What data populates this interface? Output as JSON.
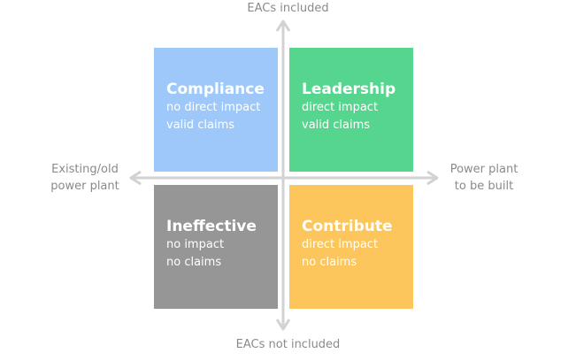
{
  "colors": {
    "compliance": "#9dc8f9",
    "leadership": "#56d58e",
    "ineffective": "#969696",
    "contribute": "#fcc65d",
    "axis": "#d2d2d2",
    "label": "#8a8a8a"
  },
  "axes": {
    "top": "EACs included",
    "bottom": "EACs not included",
    "left": [
      "Existing/old",
      "power plant"
    ],
    "right": [
      "Power plant",
      "to be built"
    ]
  },
  "quadrants": {
    "compliance": {
      "title": "Compliance",
      "lines": [
        "no direct impact",
        "valid claims"
      ]
    },
    "leadership": {
      "title": "Leadership",
      "lines": [
        "direct impact",
        "valid claims"
      ]
    },
    "ineffective": {
      "title": "Ineffective",
      "lines": [
        "no impact",
        "no claims"
      ]
    },
    "contribute": {
      "title": "Contribute",
      "lines": [
        "direct impact",
        "no claims"
      ]
    }
  }
}
